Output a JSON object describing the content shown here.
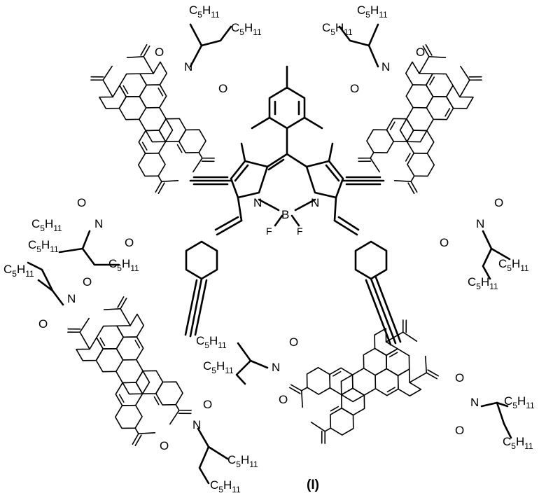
{
  "compound_label": "(I)",
  "substituent": {
    "main": "C",
    "sub1": "5",
    "sub2": "H",
    "sub3": "11"
  },
  "atoms": {
    "oxygen": "O",
    "nitrogen": "N",
    "boron": "B",
    "fluorine": "F"
  }
}
